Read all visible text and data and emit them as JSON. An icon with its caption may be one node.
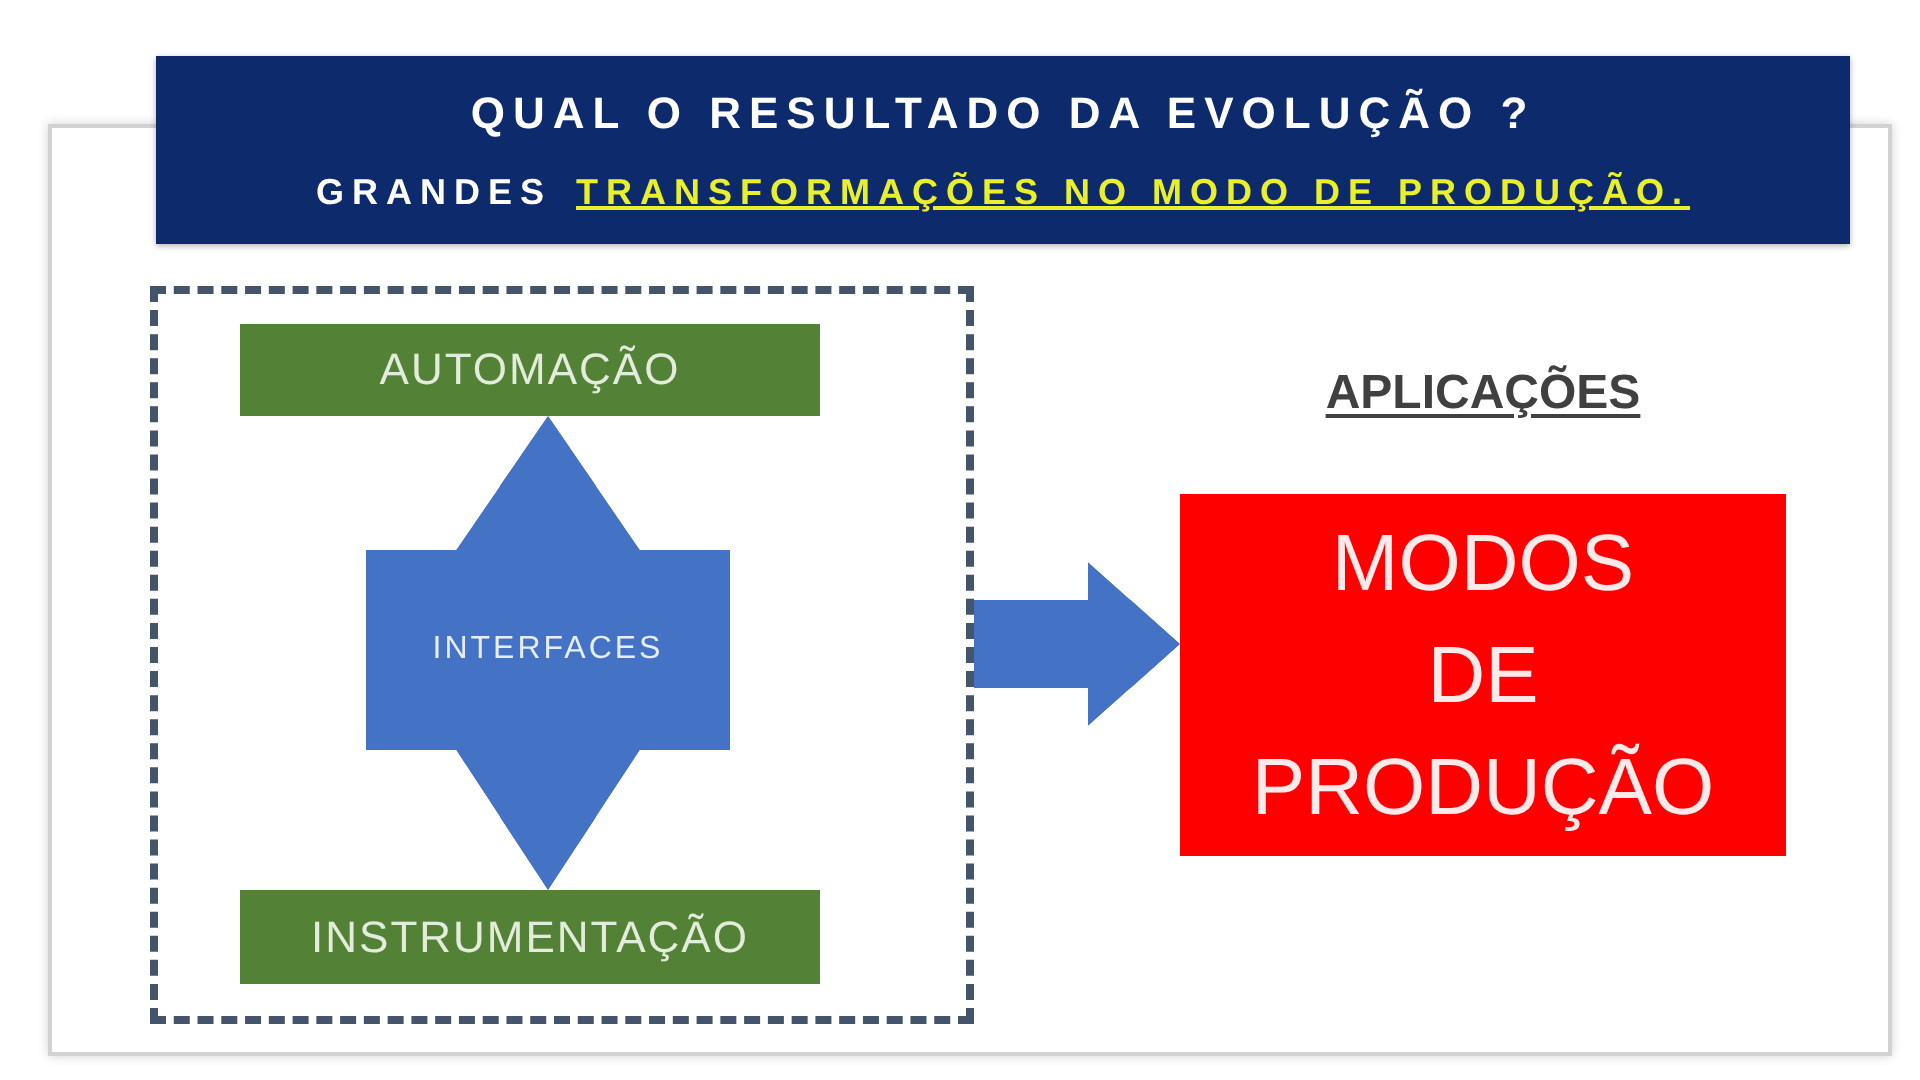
{
  "diagram": {
    "nodes": [
      {
        "text": [
          "QUAL O RESULTADO DA EVOLUÇÃO ?",
          "GRANDES",
          "TRANSFORMAÇÕES NO MODO DE PRODUÇÃO."
        ]
      },
      {
        "text": [],
        "shape": "box"
      },
      {
        "text": [
          "AUTOMAÇÃO"
        ],
        "in": 1
      },
      {
        "text": [
          "INTERFACES"
        ],
        "in": 1
      },
      {
        "text": [
          "INSTRUMENTAÇÃO"
        ],
        "in": 1
      },
      {
        "text": [
          "APLICAÇÕES",
          "MODOS DE PRODUÇÃO"
        ]
      }
    ],
    "edges": [
      {
        "from": 3,
        "to": 2,
        "arrow": "to"
      },
      {
        "from": 3,
        "to": 4,
        "arrow": "to"
      },
      {
        "from": 1,
        "to": 5,
        "arrow": "to"
      }
    ]
  }
}
